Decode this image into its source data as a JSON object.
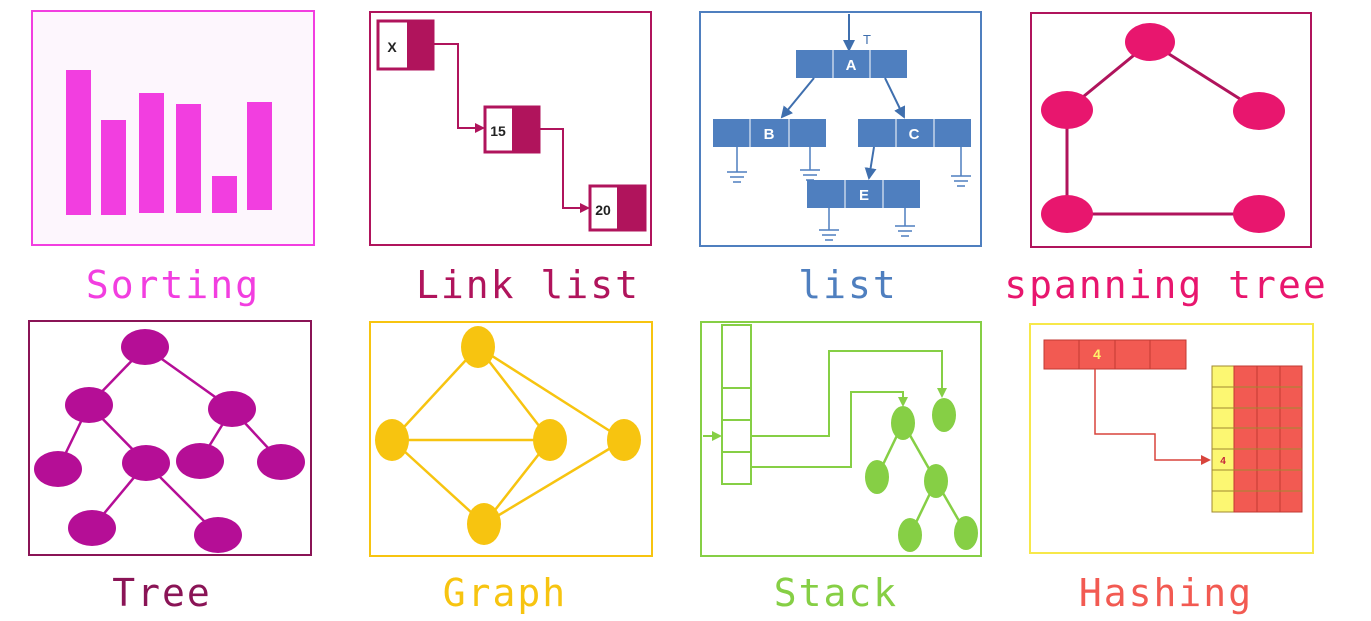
{
  "colors": {
    "sorting": "#f23ee0",
    "linklist": "#b0145c",
    "list": "#4f7fbf",
    "spanning": "#e8166e",
    "tree": "#b50e96",
    "graph": "#f7c410",
    "stack": "#86cf45",
    "hashing": "#f25a52"
  },
  "captions": {
    "sorting": "Sorting",
    "linklist": "Link list",
    "list": "list",
    "spanning": "spanning tree",
    "tree": "Tree",
    "graph": "Graph",
    "stack": "Stack",
    "hashing": "Hashing"
  },
  "linklist": {
    "node1": "X",
    "node2": "15",
    "node3": "20"
  },
  "list": {
    "root_tag": "T",
    "node_a": "A",
    "node_b": "B",
    "node_c": "C",
    "node_e": "E"
  },
  "hashing": {
    "key_value": "4",
    "table_value": "4"
  }
}
